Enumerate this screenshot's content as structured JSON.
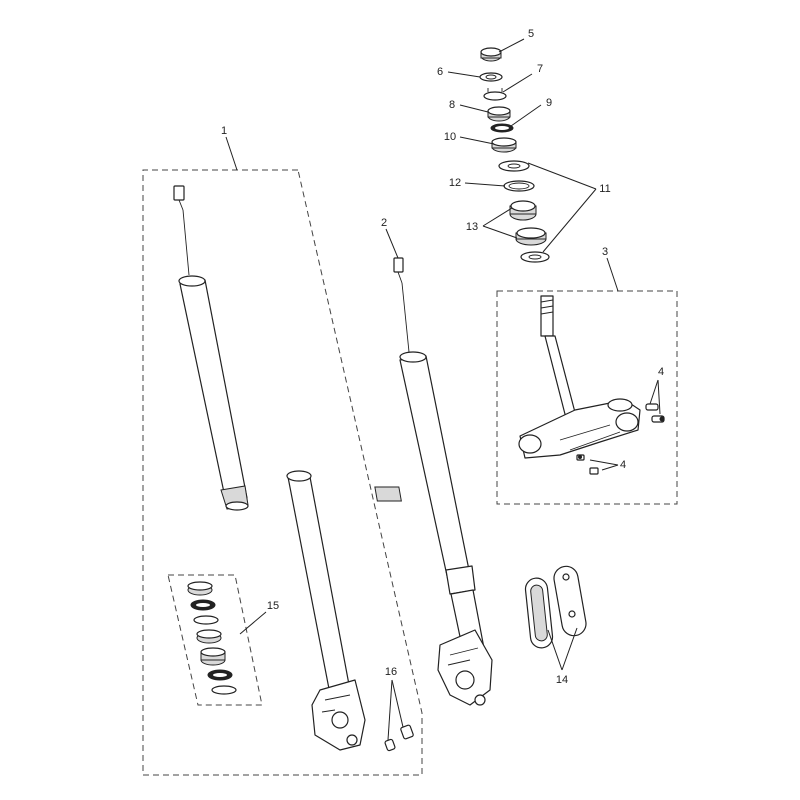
{
  "callouts": [
    {
      "id": "1",
      "label": "1"
    },
    {
      "id": "2",
      "label": "2"
    },
    {
      "id": "3",
      "label": "3"
    },
    {
      "id": "4a",
      "label": "4"
    },
    {
      "id": "4b",
      "label": "4"
    },
    {
      "id": "5",
      "label": "5"
    },
    {
      "id": "6",
      "label": "6"
    },
    {
      "id": "7",
      "label": "7"
    },
    {
      "id": "8",
      "label": "8"
    },
    {
      "id": "9",
      "label": "9"
    },
    {
      "id": "10",
      "label": "10"
    },
    {
      "id": "11",
      "label": "11"
    },
    {
      "id": "12",
      "label": "12"
    },
    {
      "id": "13",
      "label": "13"
    },
    {
      "id": "14",
      "label": "14"
    },
    {
      "id": "15",
      "label": "15"
    },
    {
      "id": "16",
      "label": "16"
    }
  ]
}
